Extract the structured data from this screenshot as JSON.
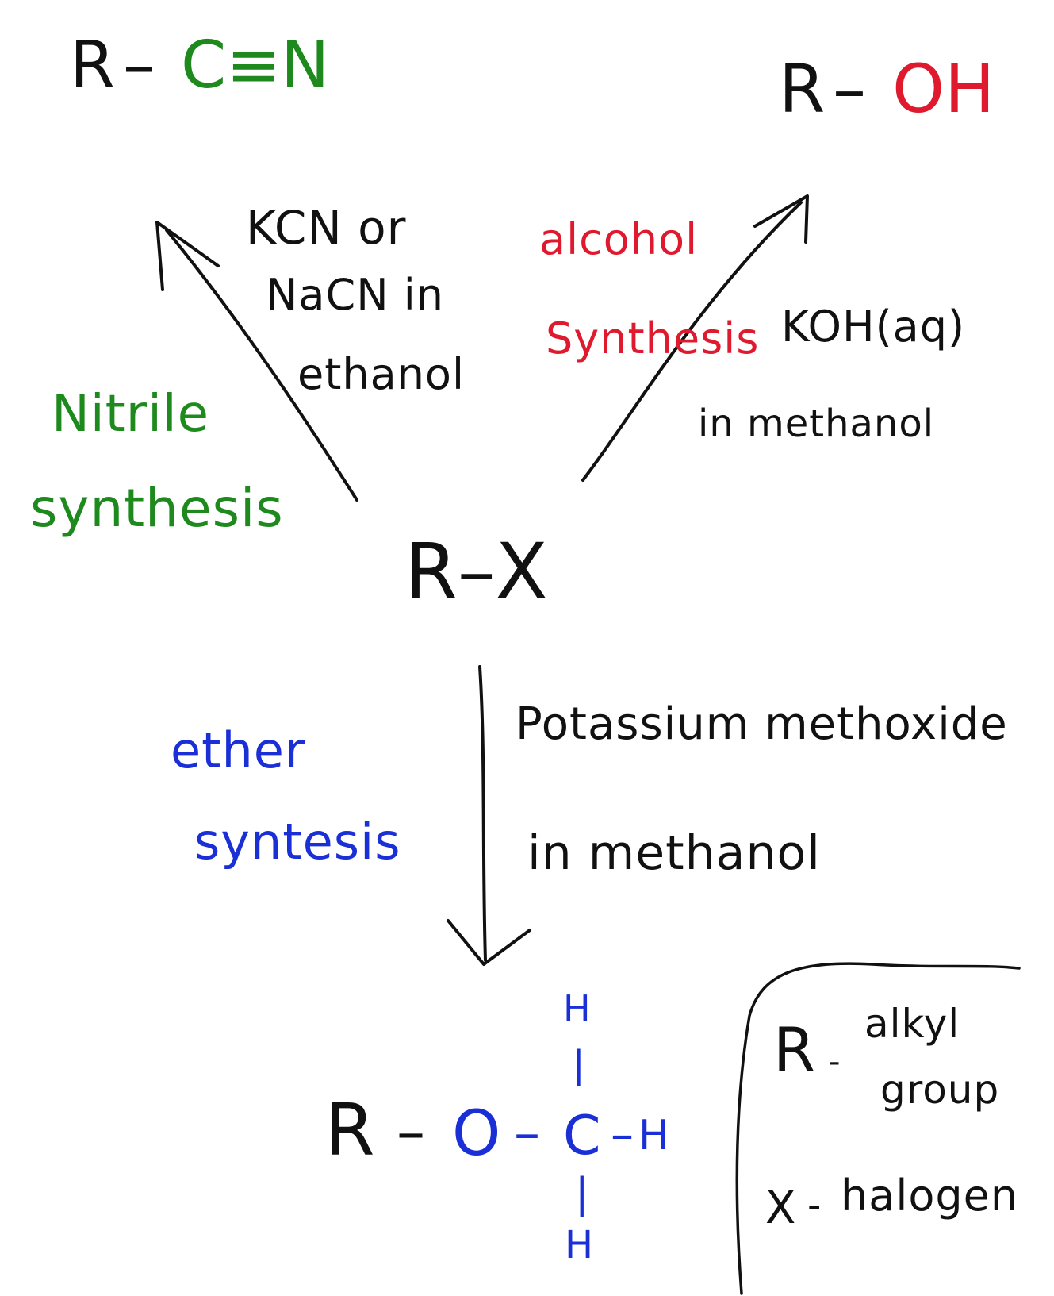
{
  "colors": {
    "ink": "#111111",
    "nitrile": "#1e8a1e",
    "alcohol": "#e01a2e",
    "ether": "#1a2fd6"
  },
  "products": {
    "nitrile": {
      "r": "R",
      "bond": "–",
      "group": "C≡N"
    },
    "alcohol": {
      "r": "R",
      "bond": "–",
      "group": "OH"
    },
    "ether": {
      "r": "R",
      "bond1": "–",
      "o": "O",
      "bond2": "–",
      "c": "C",
      "bond3": "–",
      "h_right": "H",
      "h_top": "H",
      "h_bottom": "H",
      "bond_v_top": "|",
      "bond_v_bottom": "|"
    }
  },
  "reactant": {
    "label": "R–X"
  },
  "reactions": {
    "nitrile": {
      "title_line1": "Nitrile",
      "title_line2": "synthesis",
      "reagent_line1": "KCN or",
      "reagent_line2": "NaCN in",
      "reagent_line3": "ethanol"
    },
    "alcohol": {
      "title_line1": "alcohol",
      "title_line2": "Synthesis",
      "reagent_line1": "KOH(aq)",
      "reagent_line2": "in methanol"
    },
    "ether": {
      "title_line1": "ether",
      "title_line2": "syntesis",
      "reagent_line1": "Potassium methoxide",
      "reagent_line2": "in methanol"
    }
  },
  "legend": {
    "r_symbol": "R",
    "r_dash": "-",
    "r_meaning_line1": "alkyl",
    "r_meaning_line2": "group",
    "x_symbol": "X",
    "x_dash": "-",
    "x_meaning": "halogen"
  }
}
